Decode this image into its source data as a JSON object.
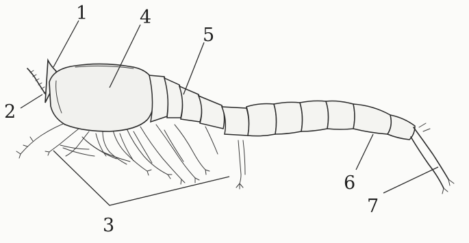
{
  "diagram": {
    "labels": [
      {
        "id": "1",
        "text": "1"
      },
      {
        "id": "2",
        "text": "2"
      },
      {
        "id": "3",
        "text": "3"
      },
      {
        "id": "4",
        "text": "4"
      },
      {
        "id": "5",
        "text": "5"
      },
      {
        "id": "6",
        "text": "6"
      },
      {
        "id": "7",
        "text": "7"
      }
    ]
  },
  "colors": {
    "ink": "#2a2a2a",
    "paper": "#fbfbf9"
  }
}
